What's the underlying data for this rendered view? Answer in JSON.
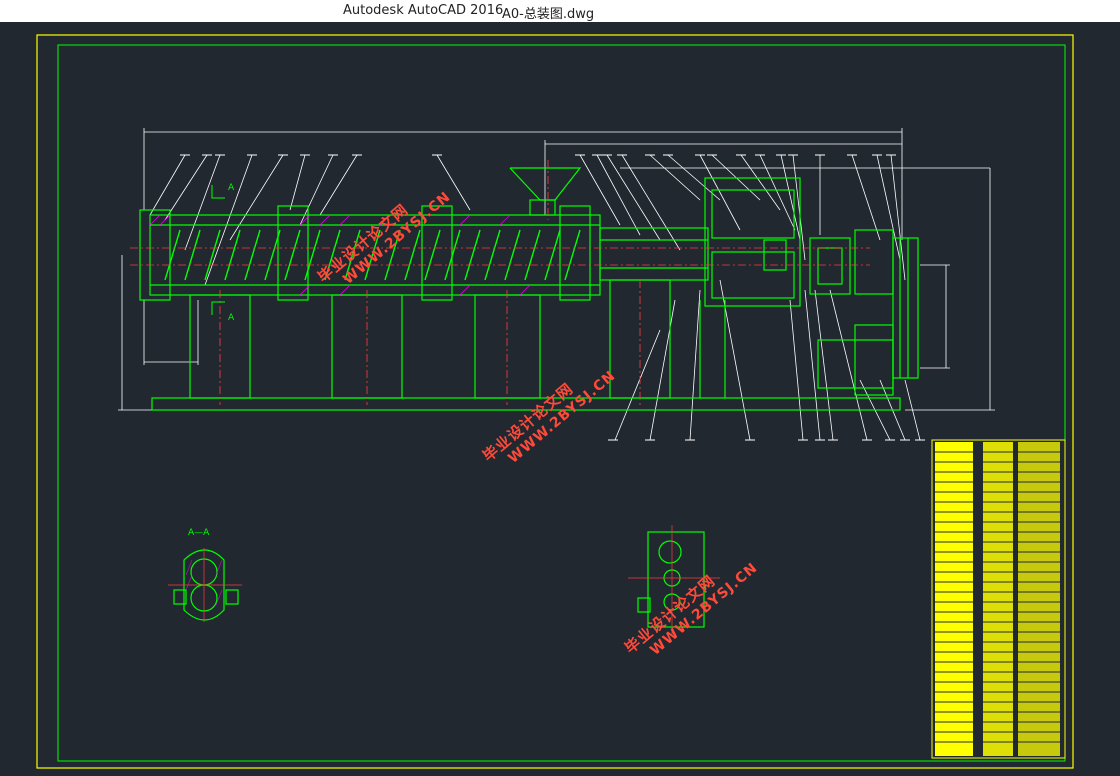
{
  "app": {
    "name": "Autodesk AutoCAD 2016",
    "file": "A0-总装图.dwg"
  },
  "colors": {
    "background": "#212830",
    "border": "#ffff00",
    "geometry": "#00ff00",
    "centerline": "#ff3b3b",
    "dimension": "#ffffff",
    "hatch": "#ff00ff",
    "title_block": "#ffff00",
    "watermark": "#ff4a3a"
  },
  "labels": {
    "section_a": "A",
    "section_view": "A—A"
  },
  "watermarks": [
    {
      "cn": "毕业设计论文网",
      "en": "WWW.2BYSJ.CN"
    },
    {
      "cn": "毕业设计论文网",
      "en": "WWW.2BYSJ.CN"
    },
    {
      "cn": "毕业设计论文网",
      "en": "WWW.2BYSJ.CN"
    }
  ]
}
